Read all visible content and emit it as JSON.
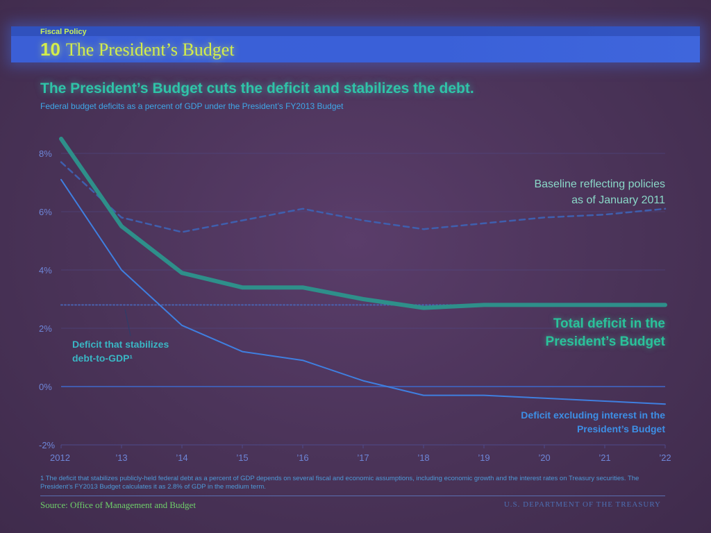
{
  "header": {
    "kicker": "Fiscal Policy",
    "section_number": "10",
    "section_title": "The President’s Budget"
  },
  "headline": "The President’s Budget cuts the deficit and stabilizes the debt.",
  "subhead": "Federal budget deficits as a percent of GDP under the President’s FY2013 Budget",
  "annotations": {
    "baseline_line1": "Baseline reflecting policies",
    "baseline_line2": "as of January 2011",
    "total_line1": "Total deficit in the",
    "total_line2": "President’s Budget",
    "stabilizes_line1": "Deficit that stabilizes",
    "stabilizes_line2": "debt-to-GDP¹",
    "excluding_line1": "Deficit excluding interest in the",
    "excluding_line2": "President’s Budget"
  },
  "footnote": "1 The deficit that stabilizes publicly-held federal debt as a percent of GDP depends on several fiscal and economic assumptions, including economic growth and the interest rates on Treasury securities. The President’s FY2013 Budget calculates it as 2.8% of GDP in the medium term.",
  "source": "Source: Office of Management and Budget",
  "agency": "U.S. DEPARTMENT OF THE TREASURY",
  "colors": {
    "total": "#2e8f8a",
    "baseline": "#3f5fae",
    "excluding": "#3f7fe0",
    "stabilizing": "#4a62b0",
    "grid": "#4e4a8a",
    "zero": "#4060b8"
  },
  "chart_data": {
    "type": "line",
    "title": "The President’s Budget cuts the deficit and stabilizes the debt.",
    "subtitle": "Federal budget deficits as a percent of GDP under the President’s FY2013 Budget",
    "x": [
      2012,
      2013,
      2014,
      2015,
      2016,
      2017,
      2018,
      2019,
      2020,
      2021,
      2022
    ],
    "x_tick_labels": [
      "2012",
      "’13",
      "’14",
      "’15",
      "’16",
      "’17",
      "’18",
      "’19",
      "’20",
      "’21",
      "’22"
    ],
    "y_ticks": [
      -2,
      0,
      2,
      4,
      6,
      8
    ],
    "y_tick_labels": [
      "-2%",
      "0%",
      "2%",
      "4%",
      "6%",
      "8%"
    ],
    "ylim": [
      -2,
      8.5
    ],
    "grid": true,
    "series": [
      {
        "name": "Total deficit in the President’s Budget",
        "style": "solid-thick",
        "values": [
          8.5,
          5.5,
          3.9,
          3.4,
          3.4,
          3.0,
          2.7,
          2.8,
          2.8,
          2.8,
          2.8
        ]
      },
      {
        "name": "Baseline reflecting policies as of January 2011",
        "style": "dashed",
        "values": [
          7.7,
          5.8,
          5.3,
          5.7,
          6.1,
          5.7,
          5.4,
          5.6,
          5.8,
          5.9,
          6.1
        ]
      },
      {
        "name": "Deficit excluding interest in the President’s Budget",
        "style": "solid-thin",
        "values": [
          7.1,
          4.0,
          2.1,
          1.2,
          0.9,
          0.2,
          -0.3,
          -0.3,
          -0.4,
          -0.5,
          -0.6
        ]
      },
      {
        "name": "Deficit that stabilizes debt-to-GDP",
        "style": "dotted",
        "values": [
          2.8,
          2.8,
          2.8,
          2.8,
          2.8,
          2.8,
          2.8,
          2.8,
          2.8,
          2.8,
          2.8
        ]
      }
    ]
  }
}
